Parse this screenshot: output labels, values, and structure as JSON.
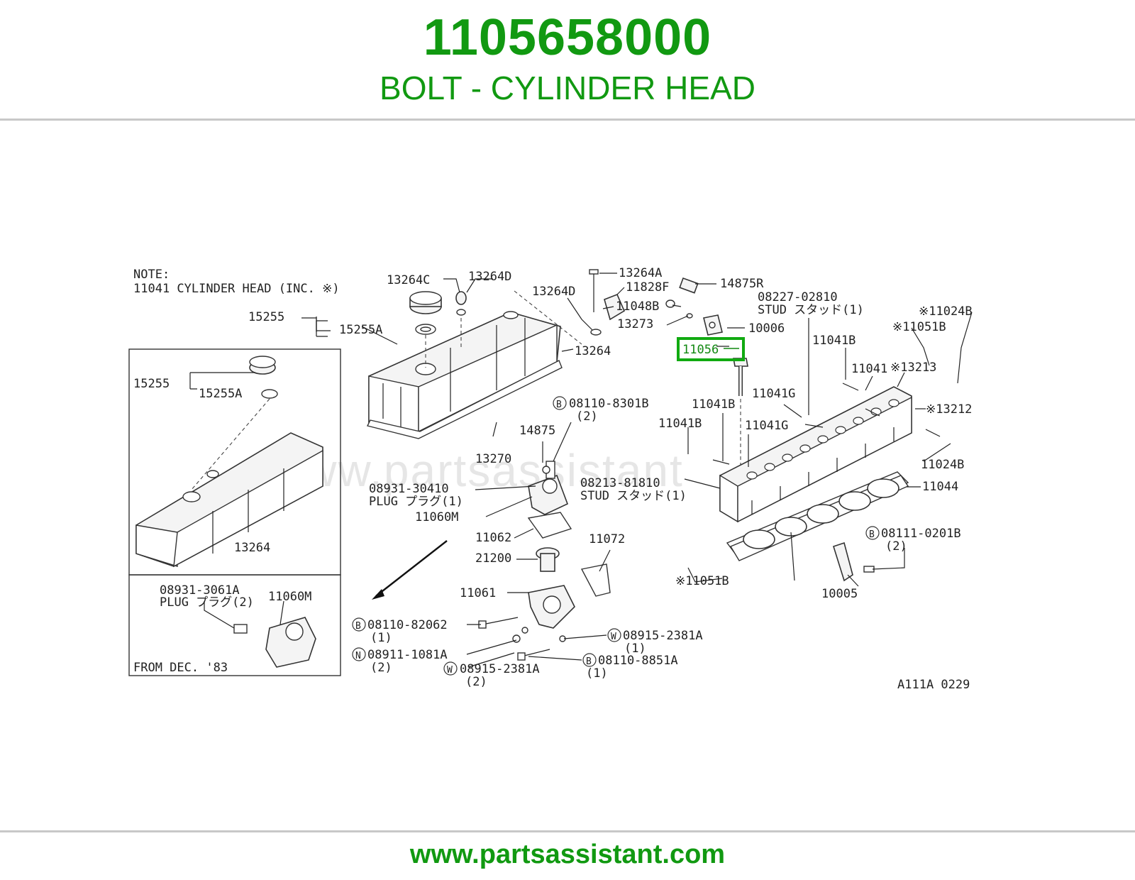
{
  "header": {
    "part_number": "1105658000",
    "part_name": "BOLT - CYLINDER HEAD"
  },
  "footer": {
    "url": "www.partsassistant.com"
  },
  "diagram": {
    "watermark": "www.partsassistant",
    "note_line1": "NOTE:",
    "note_line2": "11041 CYLINDER HEAD (INC. ※)",
    "highlight_label": "11056",
    "highlight_color": "#11aa11",
    "brand_color": "#119911",
    "labels": {
      "l13264C": "13264C",
      "l13264D_a": "13264D",
      "l13264A": "13264A",
      "l14875R": "14875R",
      "l13264D_b": "13264D",
      "l11828F": "11828F",
      "l11048B": "11048B",
      "l13273": "13273",
      "l10006": "10006",
      "l08227": "08227-02810",
      "lstud1": "STUD スタッド(1)",
      "l11024B_a": "※11024B",
      "l11051B_a": "※11051B",
      "l15255_a": "15255",
      "l15255A_a": "15255A",
      "l13264_a": "13264",
      "l11041B_a": "11041B",
      "l11041": "11041",
      "l13213": "※13213",
      "l15255_b": "15255",
      "l15255A_b": "15255A",
      "l08110_8301B": "08110-8301B",
      "lqty2_a": "(2)",
      "l11041G_a": "11041G",
      "l13212": "※13212",
      "l11041B_b": "11041B",
      "l11041B_c": "11041B",
      "l11041G_b": "11041G",
      "l14875": "14875",
      "l13270": "13270",
      "l11024B_b": "11024B",
      "l08931_30410": "08931-30410",
      "lplug1": "PLUG プラグ(1)",
      "l08213": "08213-81810",
      "lstud2": "STUD スタッド(1)",
      "l11044": "11044",
      "l11060M_a": "11060M",
      "l11062": "11062",
      "l08111": "08111-0201B",
      "lqty2_b": "(2)",
      "l13264_b": "13264",
      "l11072": "11072",
      "l21200": "21200",
      "l11051B_b": "※11051B",
      "l08931_3061A": "08931-3061A",
      "l11060M_b": "11060M",
      "lplug2": "PLUG プラグ(2)",
      "l11061": "11061",
      "l10005": "10005",
      "l08110_82062": "08110-82062",
      "lqty1_a": "(1)",
      "l08915_2381A_a": "08915-2381A",
      "lqty1_b": "(1)",
      "l08911": "08911-1081A",
      "lqty2_c": "(2)",
      "l08110_8851A": "08110-8851A",
      "lqty1_c": "(1)",
      "l08915_2381A_b": "08915-2381A",
      "lqty2_d": "(2)",
      "from_dec": "FROM DEC. '83",
      "diagram_code": "A111A 0229",
      "circ_B1": "B",
      "circ_B2": "B",
      "circ_B3": "B",
      "circ_B4": "B",
      "circ_N": "N",
      "circ_W1": "W",
      "circ_W2": "W"
    }
  }
}
